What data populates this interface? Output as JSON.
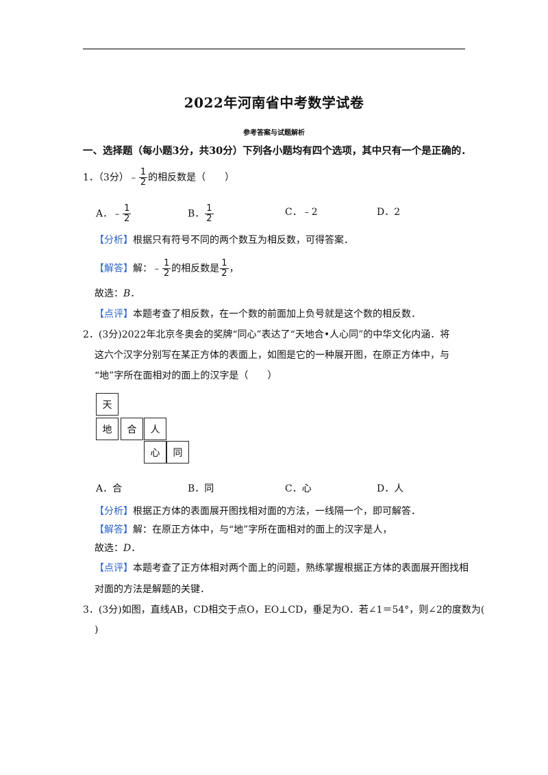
{
  "title": "2022年河南省中考数学试卷",
  "subtitle": "参考答案与试题解析",
  "section": "一、选择题（每小题3分，共30分）下列各小题均有四个选项，其中只有一个是正确的．",
  "q1": {
    "prefix": "1．（3分）﹣",
    "frac_num": "1",
    "frac_den": "2",
    "suffix": "的相反数是（　　）",
    "options": [
      {
        "label": "A．﹣",
        "frac_num": "1",
        "frac_den": "2",
        "text": ""
      },
      {
        "label": "B．",
        "frac_num": "1",
        "frac_den": "2",
        "text": ""
      },
      {
        "label": "C．﹣2",
        "text": ""
      },
      {
        "label": "D．2",
        "text": ""
      }
    ],
    "analysis_tag": "【分析】",
    "analysis": "根据只有符号不同的两个数互为相反数，可得答案．",
    "answer_tag": "【解答】",
    "answer_a": "解：﹣",
    "answer_frac_num": "1",
    "answer_frac_den": "2",
    "answer_b": "的相反数是",
    "answer_frac2_num": "1",
    "answer_frac2_den": "2",
    "answer_c": "，",
    "choose": "故选：",
    "choose_letter": "B",
    "choose_end": "．",
    "comment_tag": "【点评】",
    "comment": "本题考查了相反数，在一个数的前面加上负号就是这个数的相反数．"
  },
  "q2": {
    "line1": "2．(3分)2022年北京冬奥会的奖牌“同心”表达了“天地合•人心同”的中华文化内涵．将",
    "line2": "这六个汉字分别写在某正方体的表面上，如图是它的一种展开图，在原正方体中，与",
    "line3": "“地”字所在面相对的面上的汉字是（　　）",
    "net": [
      "天",
      "地",
      "合",
      "人",
      "心",
      "同"
    ],
    "options": [
      "A．合",
      "B．同",
      "C．心",
      "D．人"
    ],
    "analysis_tag": "【分析】",
    "analysis": "根据正方体的表面展开图找相对面的方法，一线隔一个，即可解答．",
    "answer_tag": "【解答】",
    "answer": "解：在原正方体中，与“地”字所在面相对的面上的汉字是人，",
    "choose": "故选：",
    "choose_letter": "D",
    "choose_end": "．",
    "comment_tag": "【点评】",
    "comment1": "本题考查了正方体相对两个面上的问题，熟练掌握根据正方体的表面展开图找相",
    "comment2": "对面的方法是解题的关键．"
  },
  "q3": {
    "line1": "3．(3分)如图，直线AB，CD相交于点O，EO⊥CD，垂足为O．若∠1＝54°，则∠2的度数为(",
    "line2": ")"
  }
}
